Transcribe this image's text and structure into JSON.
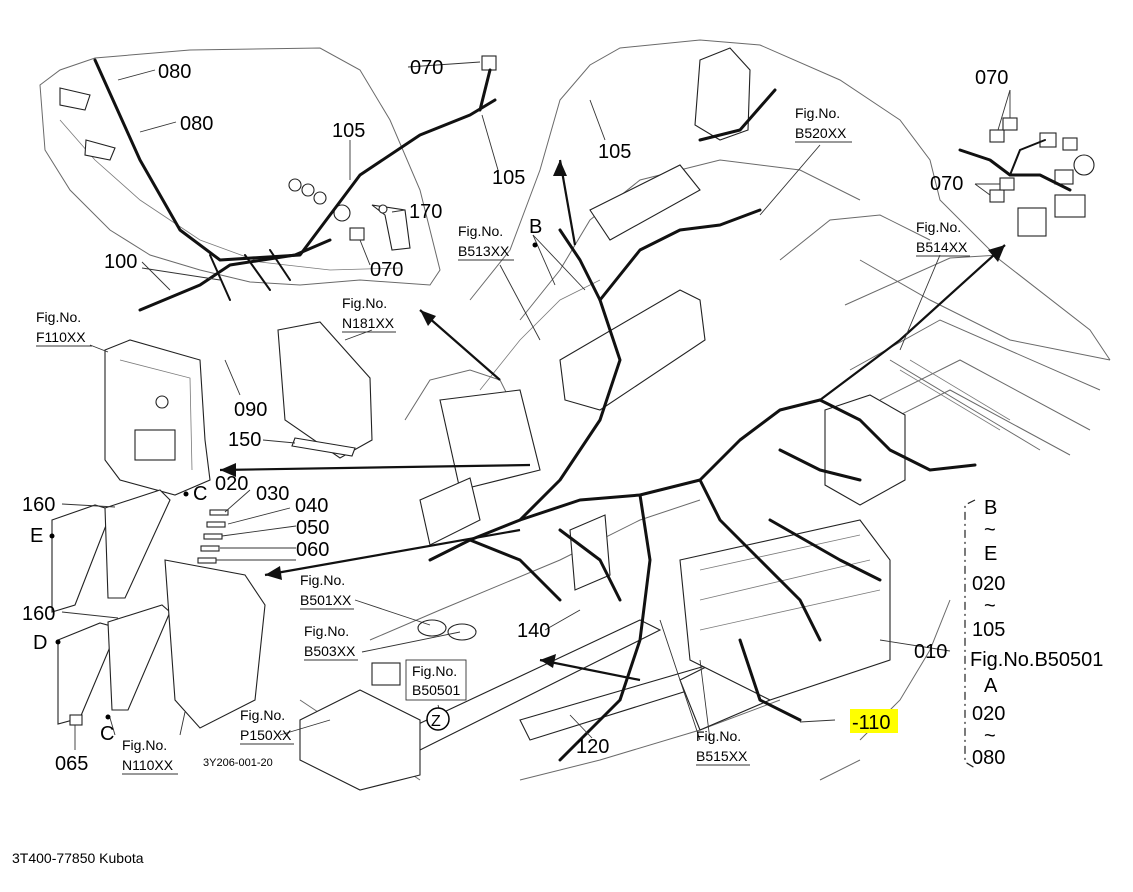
{
  "caption": "3T400-77850 Kubota",
  "drawing_code": "3Y206-001-20",
  "highlight_color": "#ffff00",
  "part_labels": {
    "p080a": "080",
    "p080b": "080",
    "p070a": "070",
    "p105a": "105",
    "p105b": "105",
    "p105c": "105",
    "p170": "170",
    "p070b": "070",
    "p100": "100",
    "p090": "090",
    "p150": "150",
    "p160a": "160",
    "p160b": "160",
    "pE": "E",
    "pD": "D",
    "pCa": "C",
    "pCb": "C",
    "p020": "020",
    "p030": "030",
    "p040": "040",
    "p050": "050",
    "p060": "060",
    "p065": "065",
    "p140": "140",
    "p120": "120",
    "p010": "010",
    "p110": "-110",
    "p070c": "070",
    "p070d": "070",
    "pB": "B",
    "pZ": "Z"
  },
  "fig_refs": {
    "f110": [
      "Fig.No.",
      "F110XX"
    ],
    "n181": [
      "Fig.No.",
      "N181XX"
    ],
    "b513": [
      "Fig.No.",
      "B513XX"
    ],
    "b520": [
      "Fig.No.",
      "B520XX"
    ],
    "b514": [
      "Fig.No.",
      "B514XX"
    ],
    "b501": [
      "Fig.No.",
      "B501XX"
    ],
    "b503": [
      "Fig.No.",
      "B503XX"
    ],
    "b50501": [
      "Fig.No.",
      "B50501"
    ],
    "p150": [
      "Fig.No.",
      "P150XX"
    ],
    "n110": [
      "Fig.No.",
      "N110XX"
    ],
    "b515": [
      "Fig.No.",
      "B515XX"
    ]
  },
  "side_note": {
    "b_line": "B",
    "b_tilde": "~",
    "e_line": "E",
    "r020": "020",
    "r_tilde1": "~",
    "r105": "105",
    "fig": "Fig.No.B50501",
    "a_line": "A",
    "r020b": "020",
    "r_tilde2": "~",
    "r080": "080"
  }
}
